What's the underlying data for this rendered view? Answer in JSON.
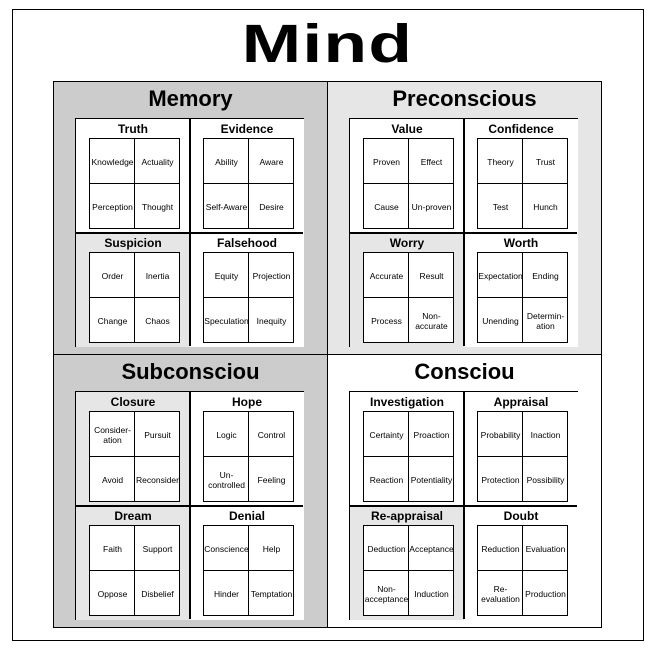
{
  "title": "Mind",
  "colors": {
    "dark_gray": "#cccccc",
    "light_gray": "#e6e6e6",
    "white": "#ffffff",
    "line": "#000000"
  },
  "quadrants": [
    {
      "title": "Memory",
      "cells": [
        {
          "title": "Truth",
          "items": [
            "Knowledge",
            "Actuality",
            "Perception",
            "Thought"
          ]
        },
        {
          "title": "Evidence",
          "items": [
            "Ability",
            "Aware",
            "Self-Aware",
            "Desire"
          ]
        },
        {
          "title": "Suspicion",
          "items": [
            "Order",
            "Inertia",
            "Change",
            "Chaos"
          ]
        },
        {
          "title": "Falsehood",
          "items": [
            "Equity",
            "Projection",
            "Speculation",
            "Inequity"
          ]
        }
      ]
    },
    {
      "title": "Preconscious",
      "cells": [
        {
          "title": "Value",
          "items": [
            "Proven",
            "Effect",
            "Cause",
            "Un-proven"
          ]
        },
        {
          "title": "Confidence",
          "items": [
            "Theory",
            "Trust",
            "Test",
            "Hunch"
          ]
        },
        {
          "title": "Worry",
          "items": [
            "Accurate",
            "Result",
            "Process",
            "Non-\naccurate"
          ]
        },
        {
          "title": "Worth",
          "items": [
            "Expectation",
            "Ending",
            "Unending",
            "Determin-\nation"
          ]
        }
      ]
    },
    {
      "title": "Subconsciou",
      "cells": [
        {
          "title": "Closure",
          "items": [
            "Consider-\nation",
            "Pursuit",
            "Avoid",
            "Reconsider"
          ]
        },
        {
          "title": "Hope",
          "items": [
            "Logic",
            "Control",
            "Un-\ncontrolled",
            "Feeling"
          ]
        },
        {
          "title": "Dream",
          "items": [
            "Faith",
            "Support",
            "Oppose",
            "Disbelief"
          ]
        },
        {
          "title": "Denial",
          "items": [
            "Conscience",
            "Help",
            "Hinder",
            "Temptation"
          ]
        }
      ]
    },
    {
      "title": "Consciou",
      "cells": [
        {
          "title": "Investigation",
          "items": [
            "Certainty",
            "Proaction",
            "Reaction",
            "Potentiality"
          ]
        },
        {
          "title": "Appraisal",
          "items": [
            "Probability",
            "Inaction",
            "Protection",
            "Possibility"
          ]
        },
        {
          "title": "Re-appraisal",
          "items": [
            "Deduction",
            "Acceptance",
            "Non-\nacceptance",
            "Induction"
          ]
        },
        {
          "title": "Doubt",
          "items": [
            "Reduction",
            "Evaluation",
            "Re-\nevaluation",
            "Production"
          ]
        }
      ]
    }
  ]
}
